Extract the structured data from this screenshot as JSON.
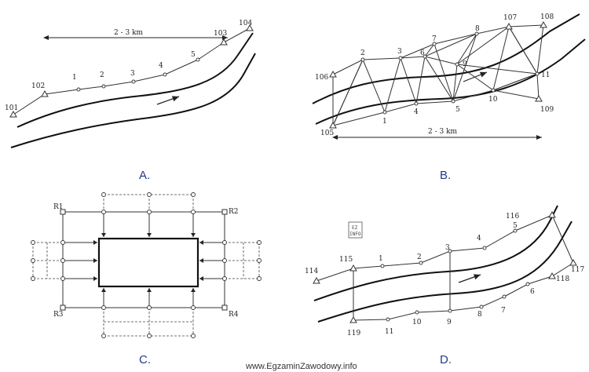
{
  "panels": {
    "a": {
      "caption": "A.",
      "distance": "2 - 3 km",
      "labels": {
        "p101": "101",
        "p102": "102",
        "p1": "1",
        "p2": "2",
        "p3": "3",
        "p4": "4",
        "p5": "5",
        "p103": "103",
        "p104": "104"
      }
    },
    "b": {
      "caption": "B.",
      "distance": "2 - 3 km",
      "labels": {
        "p105": "105",
        "p106": "106",
        "p1": "1",
        "p2": "2",
        "p3": "3",
        "p4": "4",
        "p5": "5",
        "p6": "6",
        "p7": "7",
        "p8": "8",
        "p9": "9",
        "p10": "10",
        "p11": "11",
        "p107": "107",
        "p108": "108",
        "p109": "109"
      }
    },
    "c": {
      "caption": "C.",
      "labels": {
        "r1": "R1",
        "r2": "R2",
        "r3": "R3",
        "r4": "R4"
      }
    },
    "d": {
      "caption": "D.",
      "labels": {
        "p114": "114",
        "p115": "115",
        "p1": "1",
        "p2": "2",
        "p3": "3",
        "p4": "4",
        "p5": "5",
        "p116": "116",
        "p117": "117",
        "p118": "118",
        "p6": "6",
        "p7": "7",
        "p8": "8",
        "p9": "9",
        "p10": "10",
        "p11": "11",
        "p119": "119"
      }
    }
  },
  "watermark": {
    "line1": "EZ",
    "line2": "INFO"
  },
  "footer": "www.EgzaminZawodowy.info"
}
